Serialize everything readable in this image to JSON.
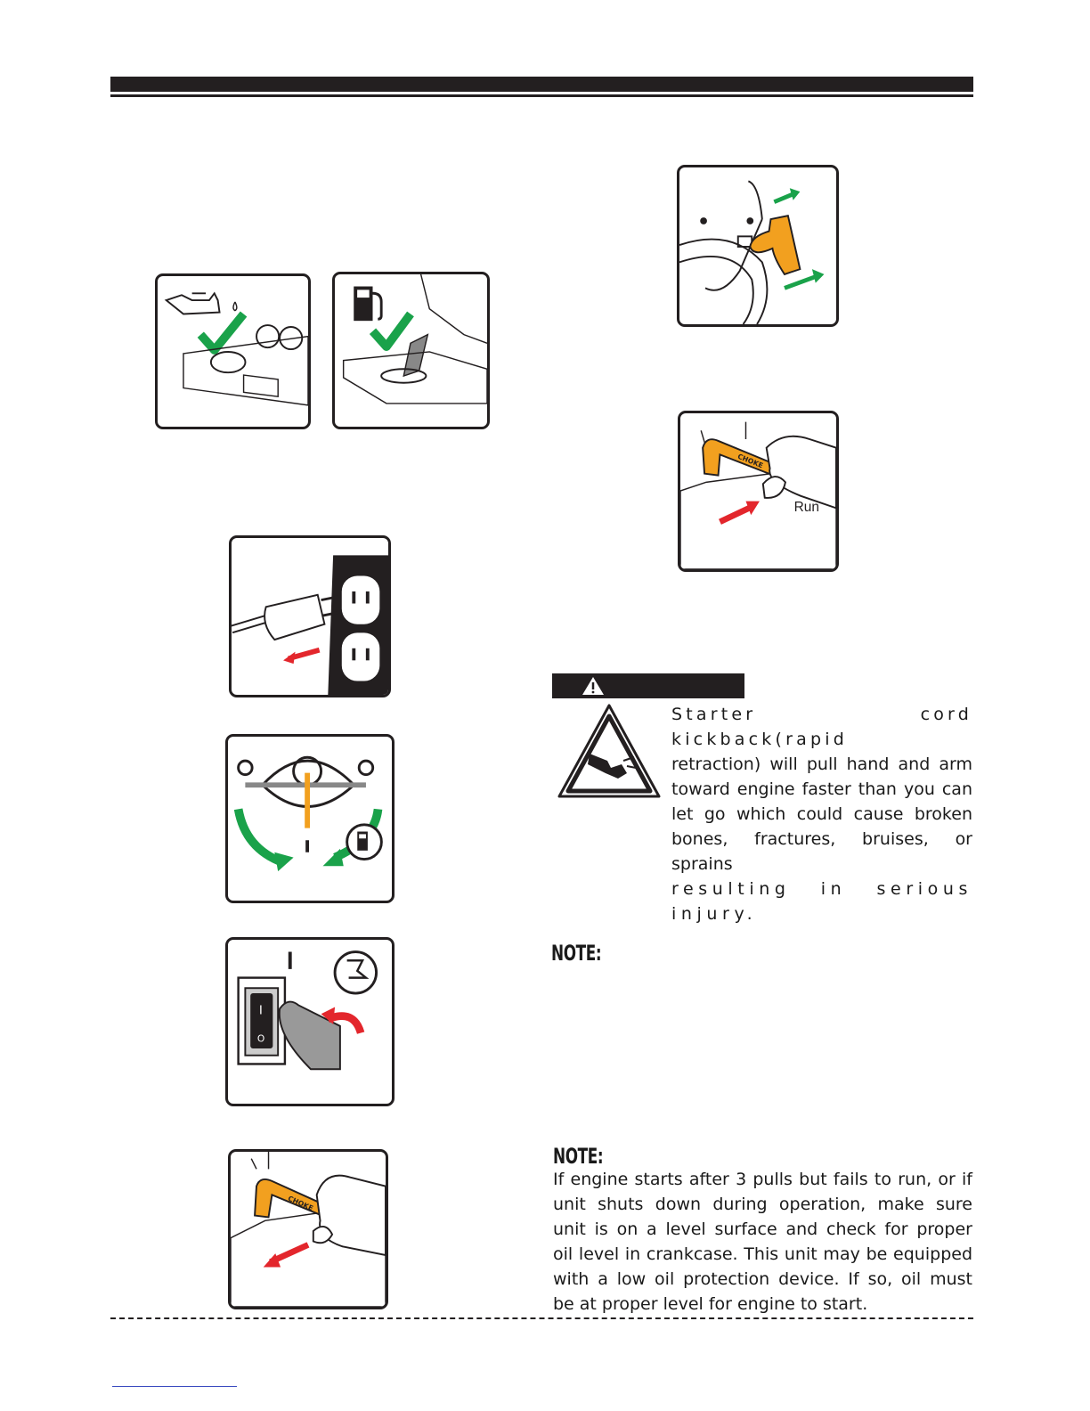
{
  "warning": {
    "lines": [
      "Starter cord kickback(rapid",
      "retraction) will pull hand and arm",
      "toward engine faster than you can",
      "let go which could cause broken",
      "bones, fractures, bruises, or sprains",
      "resulting in serious injury."
    ]
  },
  "note1": {
    "label": "NOTE:"
  },
  "note2": {
    "label": "NOTE:",
    "lines": [
      "If engine starts after 3 pulls but fails to run, or if",
      "unit shuts down during operation, make sure",
      "unit is on a level surface and check for proper",
      "oil level in crankcase. This unit may be equipped",
      "with a low oil protection device. If so, oil must",
      "be at proper level for engine to start."
    ]
  },
  "illustrations": {
    "choke_label": "CHOKE",
    "run_label": "Run",
    "switch_on_mark": "I",
    "switch_off_mark": "O"
  },
  "colors": {
    "orange": "#f2a01f",
    "green": "#1aa24a",
    "red": "#e3262c",
    "dark": "#231f20"
  }
}
